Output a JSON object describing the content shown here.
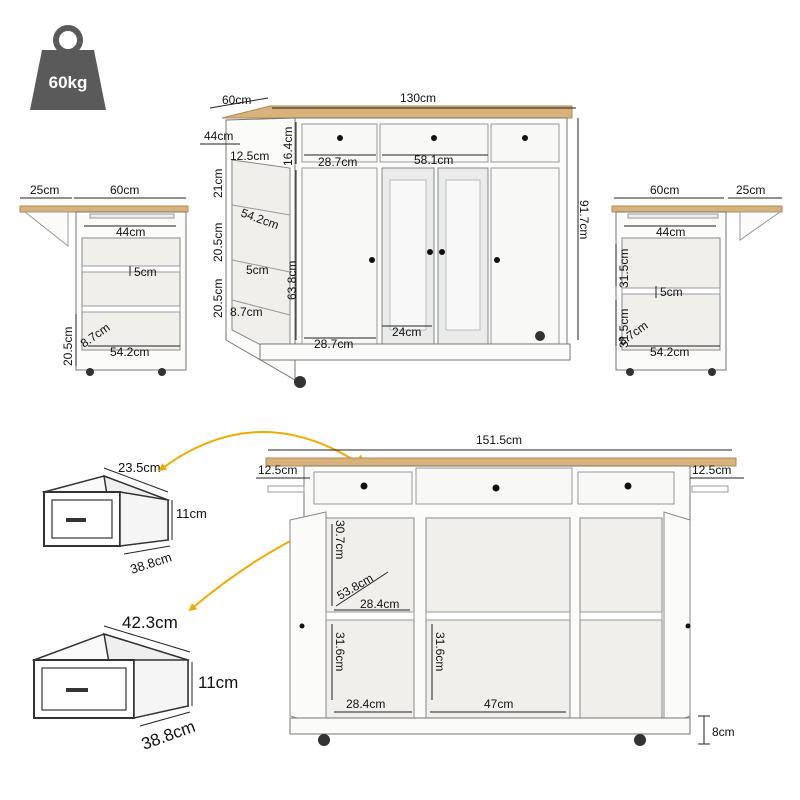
{
  "weight": "60kg",
  "front_view": {
    "depth_top": "60cm",
    "width_top": "130cm",
    "side_depth": "44cm",
    "side_overhang": "12.5cm",
    "shelf_h1": "21cm",
    "shelf_h2": "20.5cm",
    "shelf_h3": "20.5cm",
    "shelf_gap": "5cm",
    "shelf_diag": "54.2cm",
    "shelf_depth": "8.7cm",
    "drawer_h": "16.4cm",
    "drawer_w_left": "28.7cm",
    "drawer_w_mid": "58.1cm",
    "door_h": "63.8cm",
    "bottom_left": "28.7cm",
    "bottom_mid": "24cm",
    "total_h": "91.7cm"
  },
  "left_side": {
    "flap": "25cm",
    "depth": "60cm",
    "inner": "44cm",
    "gap": "5cm",
    "shelf_h": "20.5cm",
    "shelf_d": "8.7cm",
    "shelf_w": "54.2cm"
  },
  "right_side": {
    "depth": "60cm",
    "flap": "25cm",
    "inner": "44cm",
    "shelf_h_top": "31.5cm",
    "gap": "5cm",
    "shelf_h_bot": "31.5cm",
    "shelf_d": "8.7cm",
    "shelf_w": "54.2cm"
  },
  "drawer_small": {
    "width": "23.5cm",
    "height": "11cm",
    "depth": "38.8cm"
  },
  "drawer_large": {
    "width": "42.3cm",
    "height": "11cm",
    "depth": "38.8cm"
  },
  "open_view": {
    "total_width": "151.5cm",
    "left_overhang": "12.5cm",
    "right_overhang": "12.5cm",
    "upper_h": "30.7cm",
    "diag": "53.8cm",
    "upper_w": "28.4cm",
    "lower_h_left": "31.6cm",
    "lower_h_mid": "31.6cm",
    "lower_w_left": "28.4cm",
    "lower_w_mid": "47cm",
    "wheel_h": "8cm"
  },
  "colors": {
    "wood": "#d8b27a",
    "arrow": "#f2a900",
    "cabinet": "#fbfbfa",
    "weight_icon": "#5a5a5a"
  }
}
